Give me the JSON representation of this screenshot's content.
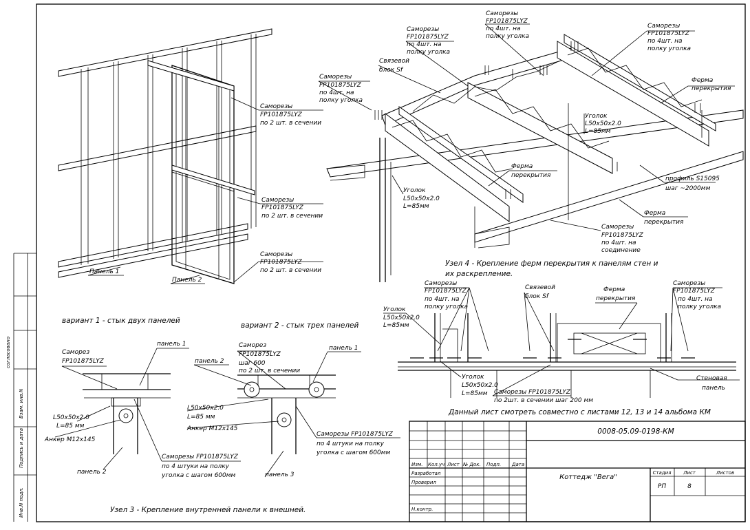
{
  "side_strip": {
    "agreed": "согласовано",
    "inv_replace": "Взам. инв.N",
    "sign_date": "Подпись и дата",
    "inv_orig": "Инв.N подл."
  },
  "wall": {
    "screws_top": [
      "Саморезы",
      "FP101875LYZ",
      "по 2 шт. в сечении"
    ],
    "screws_mid": [
      "Саморезы",
      "FP101875LYZ",
      "по 2 шт. в сечении"
    ],
    "screws_bottom": [
      "Саморезы",
      "FP101875LYZ",
      "по 2 шт. в сечении"
    ],
    "panel1": "Панель 1",
    "panel2": "Панель 2"
  },
  "truss": {
    "sc_top_center": [
      "Саморезы",
      "FP101875LYZ",
      "по 4шт. на",
      "полку уголка"
    ],
    "sc_top_left": [
      "Саморезы",
      "FP101875LYZ",
      "по 4шт. на",
      "полку уголка"
    ],
    "sc_top_right": [
      "Саморезы",
      "FP101875LYZ",
      "по 4шт. на",
      "полку уголка"
    ],
    "sc_left": [
      "Саморезы",
      "FP101875LYZ",
      "по 4шт. на",
      "полку уголка"
    ],
    "brace": [
      "Связевой",
      "блок Sf"
    ],
    "farm_right": [
      "Ферма",
      "перекрытия"
    ],
    "angle_center": [
      "Уголок",
      "L50x50x2.0",
      "L=85мм"
    ],
    "farm_center": [
      "Ферма",
      "перекрытия"
    ],
    "profile": [
      "профиль S15095",
      "шаг ~2000мм"
    ],
    "angle_left": [
      "Уголок",
      "L50x50x2.0",
      "L=85мм"
    ],
    "farm_bottom": [
      "Ферма",
      "перекрытия"
    ],
    "sc_bottom": [
      "Саморезы",
      "FP101875LYZ",
      "по 4шт. на",
      "соединение"
    ],
    "caption": [
      "Узел 4 - Крепление ферм перекрытия к панелям стен и",
      "их раскрепление."
    ]
  },
  "section": {
    "sc_left": [
      "Саморезы",
      "FP101875LYZ",
      "по 4шт. на",
      "полку уголка"
    ],
    "angle_top": [
      "Уголок",
      "L50x50x2.0",
      "L=85мм"
    ],
    "brace": [
      "Связевой",
      "блок Sf"
    ],
    "farm": [
      "Ферма",
      "перекрытия"
    ],
    "sc_right": [
      "Саморезы",
      "FP101875LYZ",
      "по 4шт. на",
      "полку уголка"
    ],
    "angle_bottom": [
      "Уголок",
      "L50x50x2.0",
      "L=85мм"
    ],
    "sc_bottom": "Саморезы FP101875LYZ",
    "sc_bottom2": "по 2шт. в сечении шаг 200 мм",
    "wall_panel": [
      "Стеновая",
      "панель"
    ],
    "note": "Данный лист смотреть совместно с листами 12, 13 и 14 альбома КМ"
  },
  "node3": {
    "variant1": "вариант 1 - стык двух панелей",
    "variant2": "вариант 2 - стык трех панелей",
    "v1_screw": [
      "Саморез",
      "FP101875LYZ"
    ],
    "v1_panel1": "панель 1",
    "v1_angle": [
      "L50x50x2.0",
      "L=85 мм"
    ],
    "v1_anchor": "Анкер M12x145",
    "v1_screws": [
      "Саморезы FP101875LYZ",
      "по 4 штуки на полку",
      "уголка с шагом 600мм"
    ],
    "v1_panel2": "панель 2",
    "v2_screw": [
      "Саморез",
      "FP101875LYZ",
      "шаг 600",
      "по 2 шт. в сечении"
    ],
    "v2_panel2": "панель 2",
    "v2_panel1": "панель 1",
    "v2_angle": [
      "L50x50x2.0",
      "L=85 мм"
    ],
    "v2_anchor": "Анкер M12x145",
    "v2_screws": [
      "Саморезы FP101875LYZ",
      "по 4 штуки на полку",
      "уголка с шагом 600мм"
    ],
    "v2_panel3": "панель 3",
    "caption": "Узел 3 - Крепление внутренней панели к внешней."
  },
  "title_block": {
    "doc_code": "0008-05.09-0198-КМ",
    "object": "Коттедж \"Вега\"",
    "cols": [
      "Изм.",
      "Кол.уч",
      "Лист",
      "№ Док.",
      "Подп.",
      "Дата"
    ],
    "rows": [
      "Разработал",
      "Проверил",
      "Н.контр."
    ],
    "stage_h": "Стадия",
    "sheet_h": "Лист",
    "sheets_h": "Листов",
    "stage": "РП",
    "sheet": "8",
    "sheets": ""
  }
}
